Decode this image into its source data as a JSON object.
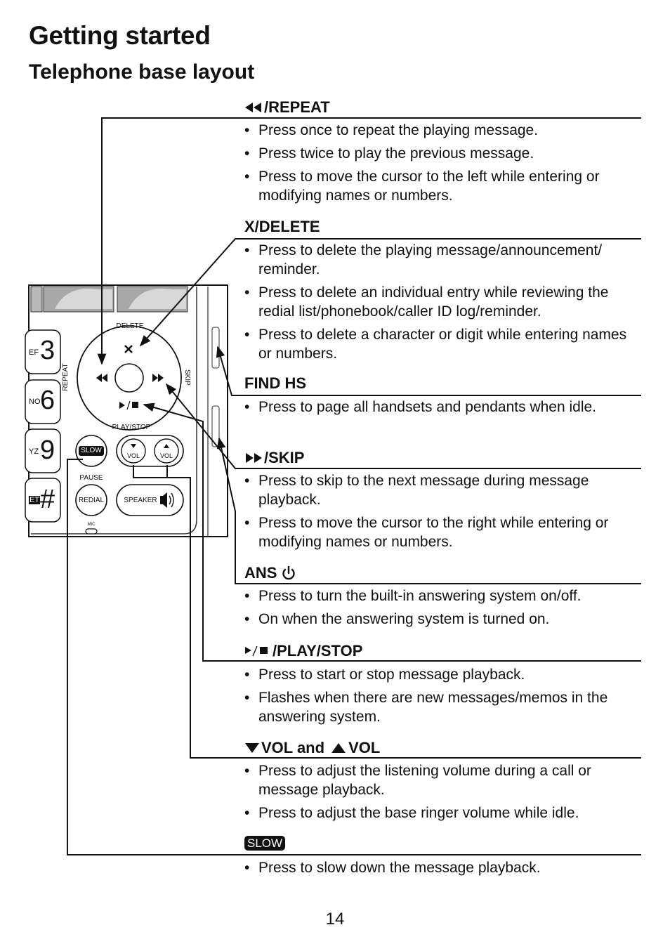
{
  "header": {
    "title": "Getting started",
    "subtitle": "Telephone base layout"
  },
  "sections": [
    {
      "icon": "rewind-icon",
      "title": "/REPEAT",
      "bullets": [
        "Press once to repeat the playing message.",
        "Press twice to play the previous message.",
        "Press to move the cursor to the left while entering or modifying names or numbers."
      ]
    },
    {
      "title": "X/DELETE",
      "bullets": [
        "Press to delete the playing message/announcement/ reminder.",
        "Press to delete an individual entry while reviewing the redial list/phonebook/caller ID log/reminder.",
        "Press to delete a character or digit while entering names or numbers."
      ]
    },
    {
      "title": "FIND HS",
      "bullets": [
        "Press to page all handsets and pendants when idle."
      ]
    },
    {
      "icon": "skip-icon",
      "title": "/SKIP",
      "bullets": [
        "Press to skip to the next message during message playback.",
        "Press to move the cursor to the right while entering or modifying names or numbers."
      ]
    },
    {
      "icon": "power-icon",
      "title": "ANS",
      "bullets": [
        "Press to turn the built-in answering system on/off.",
        "On when the answering system is turned on."
      ]
    },
    {
      "icon": "play-stop-icon",
      "title": "/PLAY/STOP",
      "bullets": [
        "Press to start or stop message playback.",
        "Flashes when there are new messages/memos in the answering system."
      ]
    },
    {
      "icon": "volume-icon",
      "title_part1": "VOL and",
      "title_part2": "VOL",
      "bullets": [
        "Press to adjust the listening volume during a call or message playback.",
        "Press to adjust the base ringer volume while idle."
      ]
    },
    {
      "badge": "SLOW",
      "bullets": [
        "Press to slow down the message playback."
      ]
    }
  ],
  "device": {
    "delete": "DELETE",
    "repeat": "REPEAT",
    "skip": "SKIP",
    "play_stop": "PLAY/STOP",
    "slow": "SLOW",
    "vol_down": "VOL",
    "vol_up": "VOL",
    "pause": "PAUSE",
    "redial": "REDIAL",
    "speaker": "SPEAKER",
    "mic": "MIC",
    "key3": "3",
    "key6": "6",
    "key9": "9",
    "keyhash": "#",
    "key3_letters": "EF",
    "key6_letters": "NO",
    "key9_letters": "YZ",
    "keyhash_letters": "ET"
  },
  "page_number": "14"
}
